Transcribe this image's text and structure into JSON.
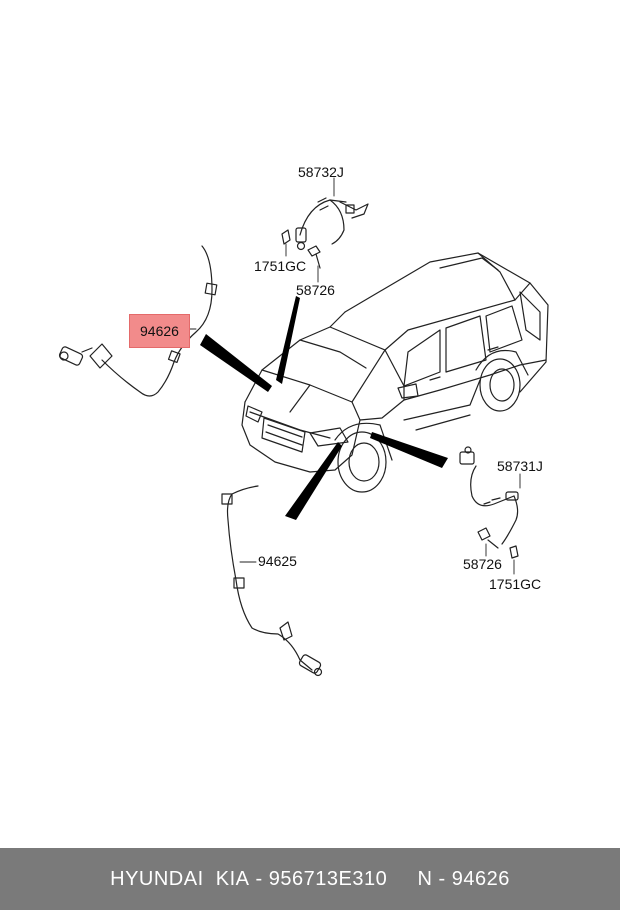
{
  "diagram": {
    "colors": {
      "line": "#222222",
      "highlight_fill": "#f28b8b",
      "footer_bg": "#7a7a7a",
      "footer_text": "#ffffff"
    },
    "labels": {
      "hose_front": "58732J",
      "clip_front": "1751GC",
      "bolt_front": "58726",
      "sensor_front_highlighted": "94626",
      "hose_rear": "58731J",
      "bolt_rear": "58726",
      "clip_rear": "1751GC",
      "sensor_rear": "94625"
    }
  },
  "footer": {
    "brand": "HYUNDAI  KIA",
    "separator1": " - ",
    "part_number": "956713E310",
    "gap": "     ",
    "n_label": "N",
    "separator2": " - ",
    "n_value": "94626"
  }
}
